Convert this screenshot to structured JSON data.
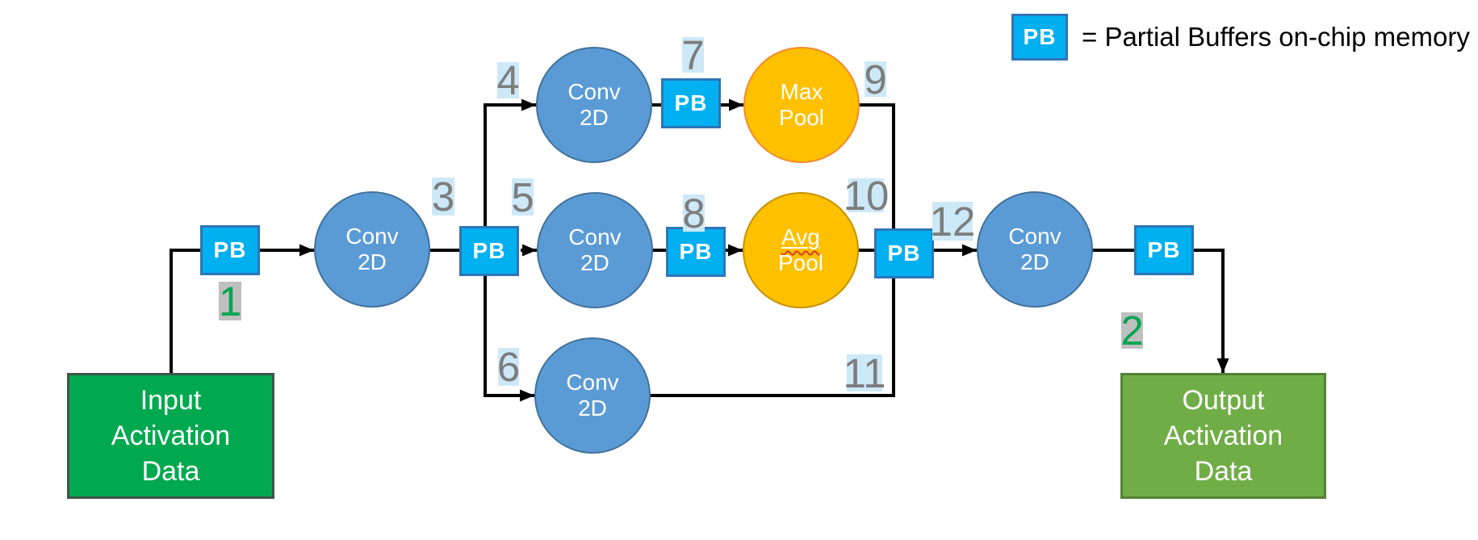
{
  "legend": {
    "pb_abbr": "PB",
    "description": "= Partial Buffers on-chip memory"
  },
  "nodes": {
    "input": {
      "line1": "Input",
      "line2": "Activation",
      "line3": "Data"
    },
    "output": {
      "line1": "Output",
      "line2": "Activation",
      "line3": "Data"
    },
    "conv2d": {
      "line1": "Conv",
      "line2": "2D"
    },
    "max_pool": {
      "line1": "Max",
      "line2": "Pool"
    },
    "avg_pool": {
      "line1": "Avg",
      "line2": "Pool"
    },
    "partial_buffer": "PB"
  },
  "edge_numbers": {
    "n1": "1",
    "n2": "2",
    "n3": "3",
    "n4": "4",
    "n5": "5",
    "n6": "6",
    "n7": "7",
    "n8": "8",
    "n9": "9",
    "n10": "10",
    "n11": "11",
    "n12": "12"
  },
  "colors": {
    "pb_fill": "#00B0F0",
    "pb_border": "#2E75B6",
    "conv_fill": "#5B9BD5",
    "conv_border": "#41719C",
    "pool_fill": "#FFC000",
    "max_pool_border": "#F28B30",
    "avg_pool_border": "#C69200",
    "input_fill": "#00A84F",
    "input_border": "#405448",
    "output_fill": "#70AD47",
    "output_border": "#548235",
    "edge_line": "#000000",
    "edge_label_bg_blue": "#CDE9F8",
    "edge_label_text_gray": "#7D7D7D",
    "io_label_bg_gray": "#BFBFBF",
    "io_label_text_green": "#00A651"
  }
}
